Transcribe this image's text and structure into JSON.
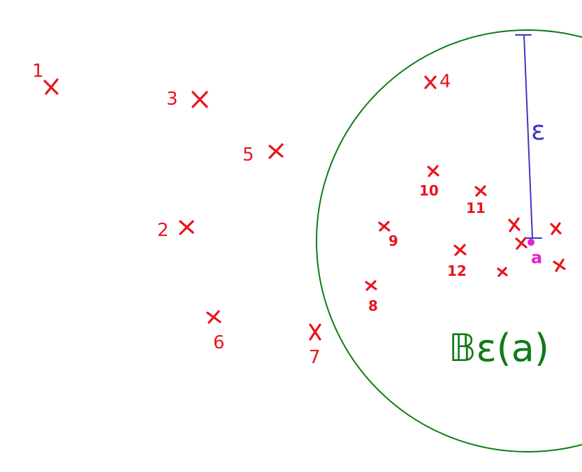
{
  "colors": {
    "points": "#e8141e",
    "ball": "#117a17",
    "radius": "#3b37c4",
    "center": "#e81fd6"
  },
  "labels": {
    "epsilon": "ε",
    "center": "a",
    "ball_label": "𝔹ε(a)"
  },
  "points": [
    {
      "name": "point-1",
      "label": "1"
    },
    {
      "name": "point-2",
      "label": "2"
    },
    {
      "name": "point-3",
      "label": "3"
    },
    {
      "name": "point-4",
      "label": "4"
    },
    {
      "name": "point-5",
      "label": "5"
    },
    {
      "name": "point-6",
      "label": "6"
    },
    {
      "name": "point-7",
      "label": "7"
    },
    {
      "name": "point-8",
      "label": "8"
    },
    {
      "name": "point-9",
      "label": "9"
    },
    {
      "name": "point-10",
      "label": "10"
    },
    {
      "name": "point-11",
      "label": "11"
    },
    {
      "name": "point-12",
      "label": "12"
    }
  ]
}
